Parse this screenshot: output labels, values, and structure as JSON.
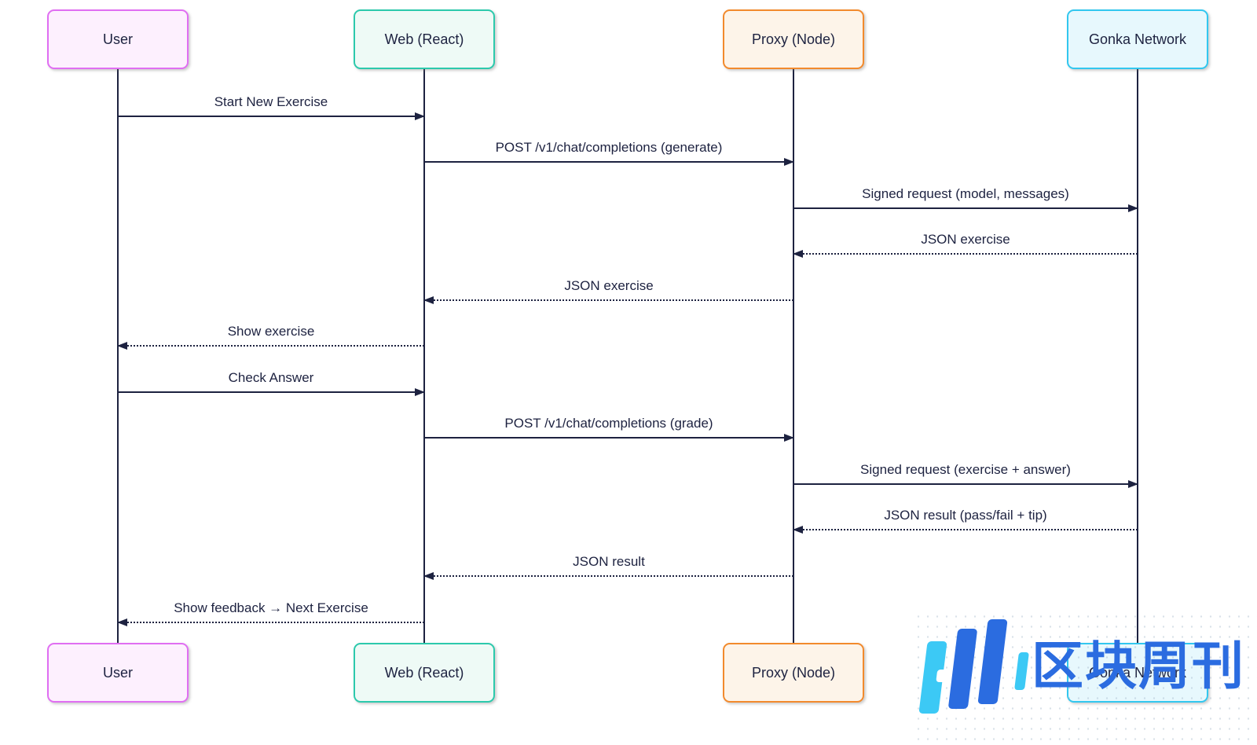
{
  "diagram": {
    "type": "sequence",
    "line_color": "#1d2240",
    "actors": [
      {
        "id": "user",
        "label": "User",
        "fill": "#fdf0fe",
        "border": "#e06ef2"
      },
      {
        "id": "web",
        "label": "Web (React)",
        "fill": "#eefaf6",
        "border": "#2cc9ac"
      },
      {
        "id": "proxy",
        "label": "Proxy (Node)",
        "fill": "#fdf4e9",
        "border": "#f28a2d"
      },
      {
        "id": "gonka",
        "label": "Gonka Network",
        "fill": "#e7f8fd",
        "border": "#32c7ef"
      }
    ],
    "messages": [
      {
        "from": "user",
        "to": "web",
        "label": "Start New Exercise",
        "line": "solid"
      },
      {
        "from": "web",
        "to": "proxy",
        "label": "POST /v1/chat/completions (generate)",
        "line": "solid"
      },
      {
        "from": "proxy",
        "to": "gonka",
        "label": "Signed request (model, messages)",
        "line": "solid"
      },
      {
        "from": "gonka",
        "to": "proxy",
        "label": "JSON exercise",
        "line": "dashed"
      },
      {
        "from": "proxy",
        "to": "web",
        "label": "JSON exercise",
        "line": "dashed"
      },
      {
        "from": "web",
        "to": "user",
        "label": "Show exercise",
        "line": "dashed"
      },
      {
        "from": "user",
        "to": "web",
        "label": "Check Answer",
        "line": "solid"
      },
      {
        "from": "web",
        "to": "proxy",
        "label": "POST /v1/chat/completions (grade)",
        "line": "solid"
      },
      {
        "from": "proxy",
        "to": "gonka",
        "label": "Signed request (exercise + answer)",
        "line": "solid"
      },
      {
        "from": "gonka",
        "to": "proxy",
        "label": "JSON result (pass/fail + tip)",
        "line": "dashed"
      },
      {
        "from": "proxy",
        "to": "web",
        "label": "JSON result",
        "line": "dashed"
      },
      {
        "from": "web",
        "to": "user",
        "label": "Show feedback → Next Exercise",
        "line": "dashed"
      }
    ]
  },
  "watermark": {
    "text": "区块周刊",
    "primary_color": "#2b6ce0",
    "accent_color": "#3cc9f5"
  }
}
